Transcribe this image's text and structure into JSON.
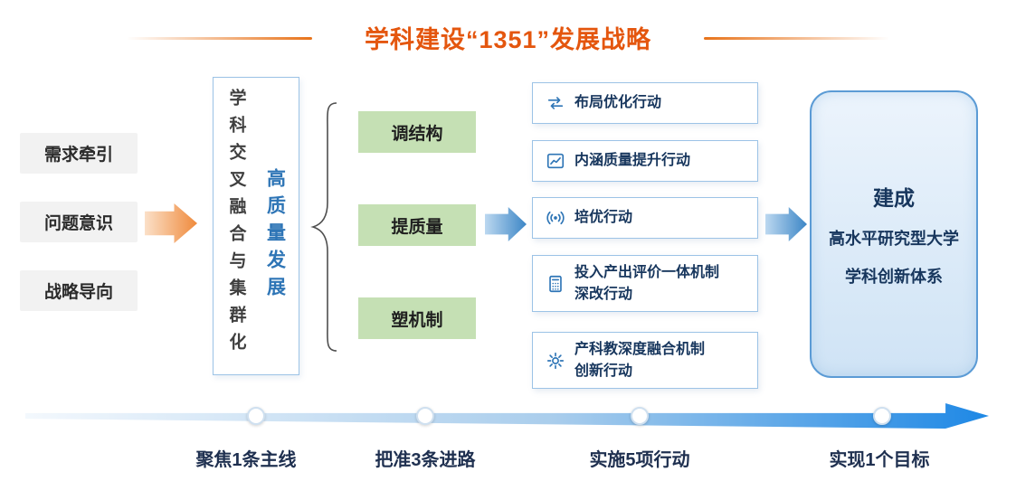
{
  "title": "学科建设“1351”发展战略",
  "colors": {
    "title_orange": "#e4560e",
    "arrow_orange": "#ef8a3c",
    "accent_blue": "#2e75b6",
    "box_border_blue": "#9cc3e6",
    "approach_green": "#c5e0b4",
    "driver_gray": "#f2f2f2",
    "navy_text": "#17365d",
    "timeline_blue": "#1e88e5"
  },
  "drivers": [
    "需求牵引",
    "问题意识",
    "战略导向"
  ],
  "mainline": {
    "side_text": "学科交叉融合与集群化",
    "core_text": "高质量发展"
  },
  "approaches": [
    "调结构",
    "提质量",
    "塑机制"
  ],
  "actions": [
    {
      "icon": "shuffle-icon",
      "line1": "布局优化行动",
      "line2": ""
    },
    {
      "icon": "line-chart-icon",
      "line1": "内涵质量提升行动",
      "line2": ""
    },
    {
      "icon": "broadcast-icon",
      "line1": "培优行动",
      "line2": ""
    },
    {
      "icon": "calculator-icon",
      "line1": "投入产出评价一体机制",
      "line2": "深改行动"
    },
    {
      "icon": "gear-icon",
      "line1": "产科教深度融合机制",
      "line2": "创新行动"
    }
  ],
  "goal": {
    "heading": "建成",
    "lines": [
      "高水平研究型大学",
      "学科创新体系"
    ]
  },
  "stages": [
    "聚焦1条主线",
    "把准3条进路",
    "实施5项行动",
    "实现1个目标"
  ]
}
